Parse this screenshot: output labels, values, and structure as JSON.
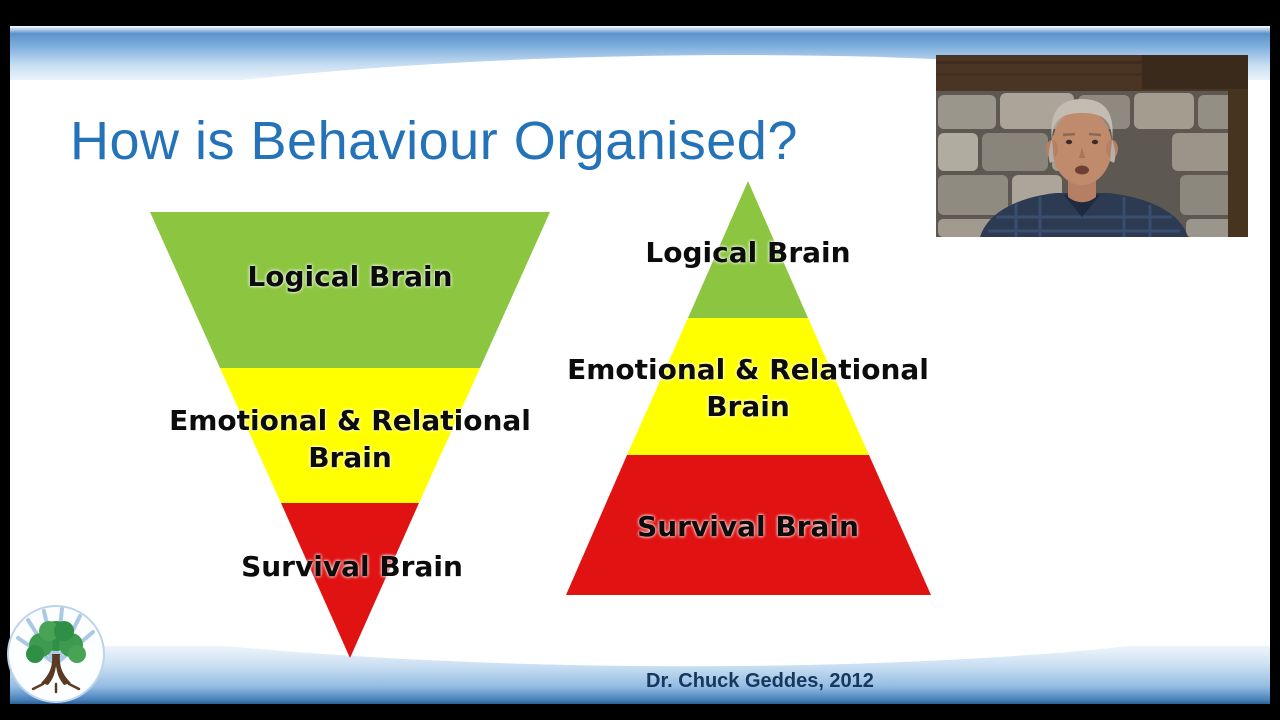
{
  "slide": {
    "title": "How is Behaviour Organised?",
    "attribution": "Dr. Chuck Geddes, 2012"
  },
  "colors": {
    "title_blue": "#2472b8",
    "attribution_navy": "#17375e",
    "band_blue": "#5b92cc",
    "green": "#8cc640",
    "yellow": "#ffff00",
    "red": "#e01212"
  },
  "diagram": {
    "left_pyramid": {
      "orientation": "inverted",
      "layers": [
        {
          "label": "Logical Brain",
          "lines": [
            "Logical Brain"
          ],
          "color": "#8cc640"
        },
        {
          "label": "Emotional & Relational Brain",
          "lines": [
            "Emotional & Relational",
            "Brain"
          ],
          "color": "#ffff00"
        },
        {
          "label": "Survival Brain",
          "lines": [
            "Survival Brain"
          ],
          "color": "#e01212"
        }
      ]
    },
    "right_pyramid": {
      "orientation": "upright",
      "layers": [
        {
          "label": "Logical Brain",
          "lines": [
            "Logical Brain"
          ],
          "color": "#8cc640"
        },
        {
          "label": "Emotional & Relational Brain",
          "lines": [
            "Emotional & Relational",
            "Brain"
          ],
          "color": "#ffff00"
        },
        {
          "label": "Survival Brain",
          "lines": [
            "Survival Brain"
          ],
          "color": "#e01212"
        }
      ]
    }
  }
}
